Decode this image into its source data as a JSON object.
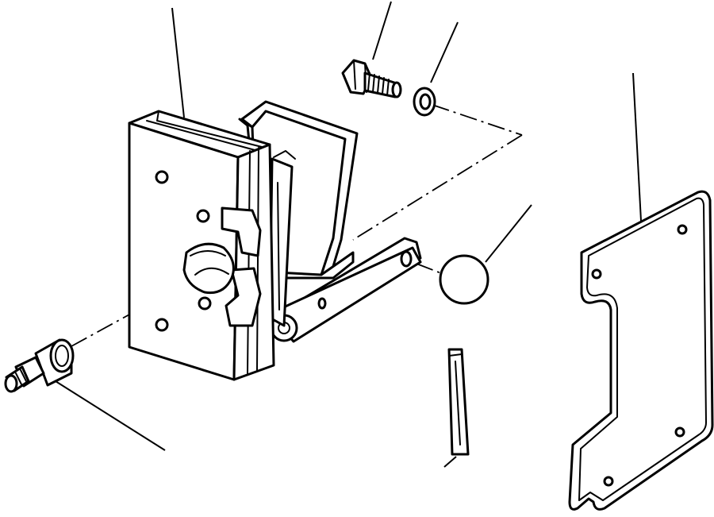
{
  "diagram": {
    "parts": [
      {
        "id": "latch",
        "icon": "door-latch-icon"
      },
      {
        "id": "bolt",
        "icon": "bolt-icon"
      },
      {
        "id": "washer",
        "icon": "washer-icon"
      },
      {
        "id": "cover-plate",
        "icon": "plate-icon"
      },
      {
        "id": "striker",
        "icon": "striker-pin-icon"
      },
      {
        "id": "cap",
        "icon": "round-cap-icon"
      },
      {
        "id": "tag",
        "icon": "tag-strip-icon"
      },
      {
        "id": "bracket",
        "icon": "bracket-icon"
      }
    ]
  }
}
